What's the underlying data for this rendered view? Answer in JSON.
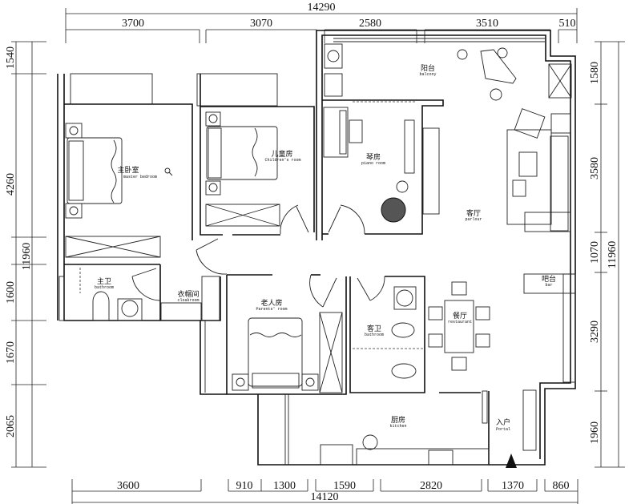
{
  "dimensions": {
    "top_total": "14290",
    "top": [
      "3700",
      "3070",
      "2580",
      "3510",
      "510"
    ],
    "bottom_total": "14120",
    "bottom": [
      "3600",
      "910",
      "1300",
      "1590",
      "2820",
      "1370",
      "860"
    ],
    "left_total": "11960",
    "left": [
      "1540",
      "4260",
      "1600",
      "1670",
      "2065"
    ],
    "right_total": "11960",
    "right": [
      "1580",
      "3580",
      "1070",
      "3290",
      "1960"
    ]
  },
  "rooms": {
    "master_bedroom": {
      "cn": "主卧室",
      "en": "master bedroom"
    },
    "children_room": {
      "cn": "儿童房",
      "en": "Children's room"
    },
    "piano_room": {
      "cn": "琴房",
      "en": "piano room"
    },
    "balcony": {
      "cn": "阳台",
      "en": "balcony"
    },
    "parlour": {
      "cn": "客厅",
      "en": "parlour"
    },
    "master_bath": {
      "cn": "主卫",
      "en": "bathroom"
    },
    "cloakroom": {
      "cn": "衣帽间",
      "en": "cloakroom"
    },
    "parents_room": {
      "cn": "老人房",
      "en": "Parents' room"
    },
    "guest_bath": {
      "cn": "客卫",
      "en": "bathroom"
    },
    "restaurant": {
      "cn": "餐厅",
      "en": "restaurant"
    },
    "bar": {
      "cn": "吧台",
      "en": "bar"
    },
    "kitchen": {
      "cn": "厨房",
      "en": "kitchen"
    },
    "portal": {
      "cn": "入户",
      "en": "Portal"
    }
  }
}
